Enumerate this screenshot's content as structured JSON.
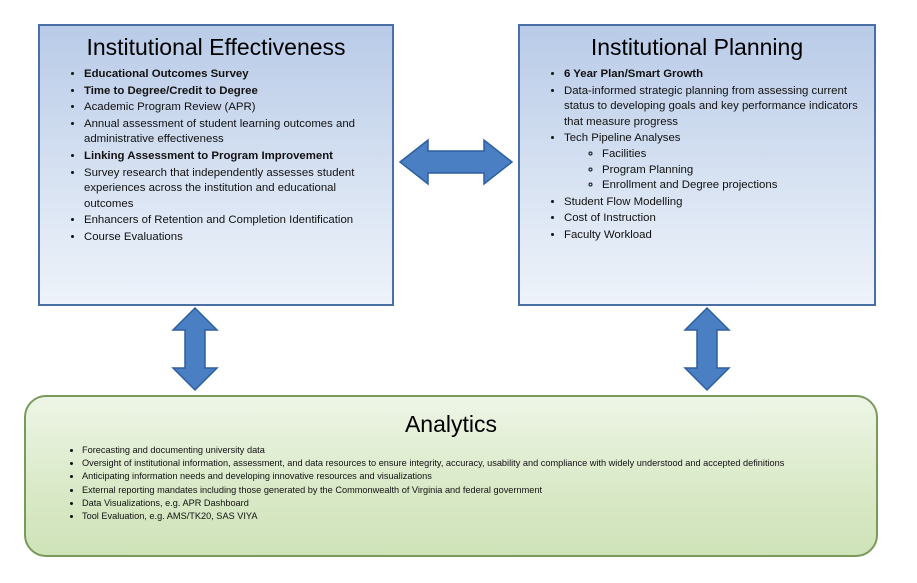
{
  "colors": {
    "arrow_fill": "#4a7fc4",
    "arrow_stroke": "#2e5f9e",
    "blue_box_border": "#4a6fa5",
    "green_box_border": "#7a9a5c"
  },
  "institutional_effectiveness": {
    "title": "Institutional Effectiveness",
    "items": [
      "Educational Outcomes Survey",
      "Time to Degree/Credit to Degree",
      "Academic Program Review (APR)",
      "Annual assessment of student learning outcomes and administrative effectiveness",
      "Linking Assessment to Program Improvement",
      "Survey research that independently assesses student experiences across the institution and educational outcomes",
      "Enhancers of Retention and Completion Identification",
      "Course Evaluations"
    ]
  },
  "institutional_planning": {
    "title": "Institutional Planning",
    "items": [
      "6 Year Plan/Smart Growth",
      "Data-informed strategic planning from assessing current status to developing goals and key performance indicators that measure progress",
      "Tech Pipeline Analyses",
      "Student Flow Modelling",
      "Cost of Instruction",
      "Faculty Workload"
    ],
    "sub_items": [
      "Facilities",
      "Program Planning",
      "Enrollment and Degree projections"
    ]
  },
  "analytics": {
    "title": "Analytics",
    "items": [
      "Forecasting and documenting university data",
      "Oversight of institutional information, assessment, and data resources to ensure integrity, accuracy, usability and compliance with widely understood and accepted definitions",
      "Anticipating information needs and developing innovative resources and visualizations",
      "External reporting mandates including those generated by the Commonwealth of Virginia and federal government",
      "Data Visualizations, e.g. APR Dashboard",
      "Tool Evaluation, e.g. AMS/TK20, SAS VIYA"
    ]
  }
}
